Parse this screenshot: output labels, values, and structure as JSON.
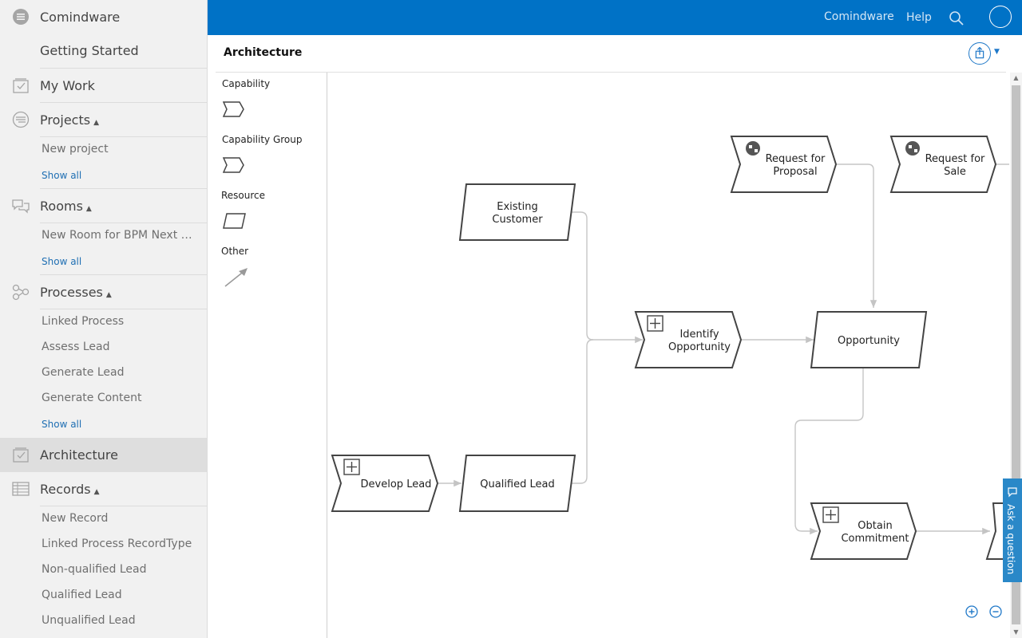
{
  "sidebar": {
    "app_name": "Comindware",
    "getting_started": "Getting Started",
    "my_work": "My Work",
    "projects": {
      "label": "Projects",
      "items": [
        "New project"
      ],
      "show_all": "Show all"
    },
    "rooms": {
      "label": "Rooms",
      "items": [
        "New Room for BPM Next De..."
      ],
      "show_all": "Show all"
    },
    "processes": {
      "label": "Processes",
      "items": [
        "Linked Process",
        "Assess Lead",
        "Generate Lead",
        "Generate Content"
      ],
      "show_all": "Show all"
    },
    "architecture": "Architecture",
    "records": {
      "label": "Records",
      "items": [
        "New Record",
        "Linked Process RecordType",
        "Non-qualified Lead",
        "Qualified Lead",
        "Unqualified Lead"
      ]
    }
  },
  "header": {
    "brand": "Comindware",
    "help": "Help",
    "accent": "#0072c6"
  },
  "page": {
    "title": "Architecture"
  },
  "palette": {
    "capability": "Capability",
    "capability_group": "Capability Group",
    "resource": "Resource",
    "other": "Other"
  },
  "diagram": {
    "nodes": {
      "request_proposal": [
        "Request for",
        "Proposal"
      ],
      "request_sale": [
        "Request for",
        "Sale"
      ],
      "existing_customer": [
        "Existing",
        "Customer"
      ],
      "identify_opportunity": [
        "Identify",
        "Opportunity"
      ],
      "opportunity": "Opportunity",
      "develop_lead": "Develop Lead",
      "qualified_lead": "Qualified Lead",
      "obtain_commitment": [
        "Obtain",
        "Commitment"
      ]
    }
  },
  "ask": {
    "label": "Ask a question"
  }
}
